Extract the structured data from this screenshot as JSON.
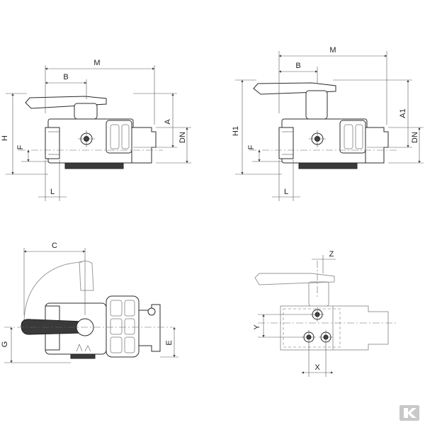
{
  "views": [
    {
      "name": "side-view-standard",
      "labels": {
        "M": "M",
        "B": "B",
        "H": "H",
        "A": "A",
        "DN": "DN",
        "F": "F",
        "L": "L"
      }
    },
    {
      "name": "side-view-extended",
      "labels": {
        "M": "M",
        "B": "B",
        "H1": "H1",
        "A1": "A1",
        "DN": "DN",
        "F": "F",
        "L": "L"
      }
    },
    {
      "name": "top-view",
      "labels": {
        "C": "C",
        "G": "G",
        "E": "E"
      }
    },
    {
      "name": "rear-view-mounting",
      "labels": {
        "Z": "Z",
        "Y": "Y",
        "X": "X"
      }
    }
  ],
  "icons": {
    "brand": "kramp-k-logo-icon"
  }
}
